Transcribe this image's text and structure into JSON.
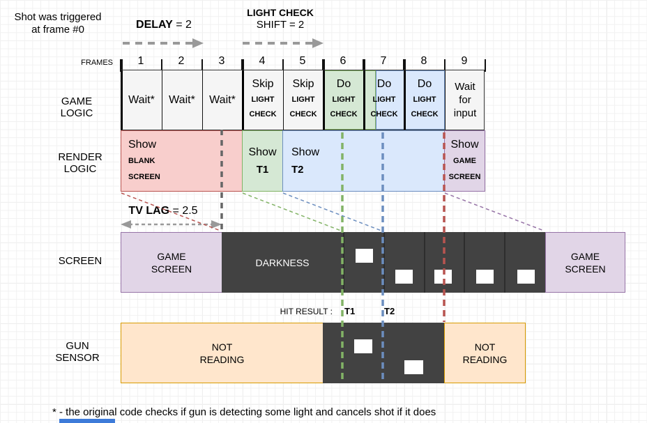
{
  "annotations": {
    "shot_trigger": "Shot was triggered\nat frame #0",
    "delay_bold": "DELAY",
    "delay_rest": " = 2",
    "light_check_bold": "LIGHT CHECK",
    "light_check_rest": "SHIFT = 2",
    "tv_lag_bold": "TV LAG",
    "tv_lag_rest": " = 2.5",
    "footnote": "* - the original code checks if gun is detecting some light and cancels shot if it does"
  },
  "frames": {
    "label": "FRAMES",
    "numbers": [
      "1",
      "2",
      "3",
      "4",
      "5",
      "6",
      "7",
      "8",
      "9"
    ]
  },
  "game_logic": {
    "label": "GAME\nLOGIC",
    "cells": [
      {
        "main": "Wait*",
        "sub": ""
      },
      {
        "main": "Wait*",
        "sub": ""
      },
      {
        "main": "Wait*",
        "sub": ""
      },
      {
        "main": "Skip",
        "sub": "LIGHT\nCHECK"
      },
      {
        "main": "Skip",
        "sub": "LIGHT\nCHECK"
      },
      {
        "main": "Do",
        "sub": "LIGHT\nCHECK"
      },
      {
        "main": "Do",
        "sub": "LIGHT\nCHECK"
      },
      {
        "main": "Do",
        "sub": "LIGHT\nCHECK"
      },
      {
        "main": "Wait\nfor\ninput",
        "sub": ""
      }
    ]
  },
  "render_logic": {
    "label": "RENDER\nLOGIC",
    "blank": {
      "main": "Show",
      "sub": "BLANK\nSCREEN"
    },
    "t1": {
      "main": "Show",
      "sub": "T1"
    },
    "t2": {
      "main": "Show",
      "sub": "T2"
    },
    "game": {
      "main": "Show",
      "sub": "GAME\nSCREEN"
    }
  },
  "screen": {
    "label": "SCREEN",
    "left": "GAME\nSCREEN",
    "middle": "DARKNESS",
    "right": "GAME\nSCREEN"
  },
  "gun_sensor": {
    "label": "GUN\nSENSOR",
    "hit_result": "HIT RESULT :",
    "t1": "T1",
    "t2": "T2",
    "left": "NOT\nREADING",
    "right": "NOT\nREADING"
  },
  "colors": {
    "red_fill": "#f8cecc",
    "red_stroke": "#b85450",
    "green_fill": "#d5e8d4",
    "green_stroke": "#82b366",
    "blue_fill": "#dae8fc",
    "blue_stroke": "#6c8ebf",
    "purple_fill": "#e1d5e7",
    "purple_stroke": "#9673a6",
    "orange_fill": "#ffe6cc",
    "orange_stroke": "#d79b00",
    "dark_fill": "#424242",
    "arrow_gray": "#999999"
  }
}
